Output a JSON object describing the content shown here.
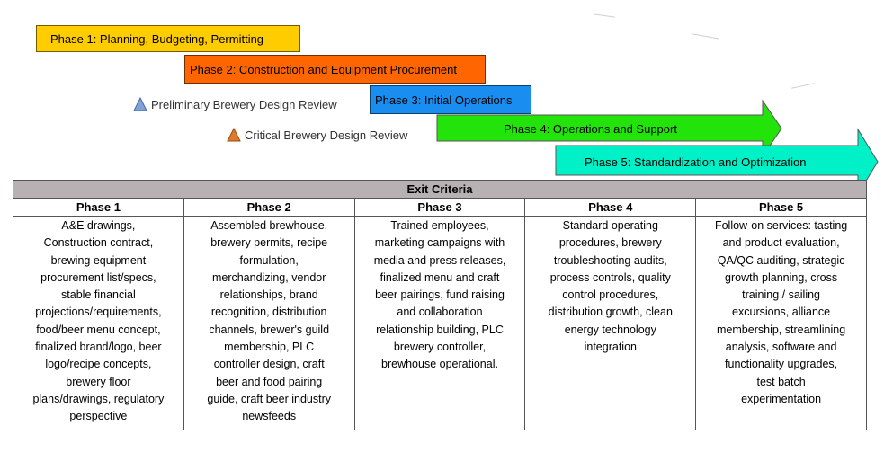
{
  "phases": [
    {
      "label": "Phase 1: Planning, Budgeting, Permitting",
      "color": "#ffcc00"
    },
    {
      "label": "Phase 2: Construction and Equipment Procurement",
      "color": "#ff6600"
    },
    {
      "label": "Phase 3: Initial Operations",
      "color": "#1a8ef0"
    },
    {
      "label": "Phase 4: Operations and Support",
      "color": "#22e30a"
    },
    {
      "label": "Phase 5: Standardization and Optimization",
      "color": "#00f0c8"
    }
  ],
  "milestones": [
    {
      "label": "Preliminary Brewery Design Review",
      "color": "#7fa3d8"
    },
    {
      "label": "Critical Brewery Design Review",
      "color": "#e07a2a"
    }
  ],
  "table": {
    "title": "Exit Criteria",
    "headers": [
      "Phase 1",
      "Phase 2",
      "Phase 3",
      "Phase 4",
      "Phase 5"
    ],
    "cells": [
      [
        "A&E drawings,",
        "Construction contract,",
        "brewing equipment",
        "procurement list/specs,",
        "stable financial",
        "projections/requirements,",
        "food/beer menu concept,",
        "finalized brand/logo,  beer",
        "logo/recipe concepts,",
        "brewery floor",
        "plans/drawings, regulatory",
        "perspective"
      ],
      [
        "Assembled brewhouse,",
        "brewery permits, recipe",
        "formulation,",
        "merchandizing, vendor",
        "relationships, brand",
        "recognition, distribution",
        "channels, brewer's guild",
        "membership, PLC",
        "controller design, craft",
        "beer and food pairing",
        "guide, craft beer industry",
        "newsfeeds"
      ],
      [
        "Trained employees,",
        "marketing campaigns with",
        "media and press releases,",
        "finalized menu and craft",
        "beer pairings, fund raising",
        "and collaboration",
        "relationship building, PLC",
        "brewery controller,",
        "brewhouse operational."
      ],
      [
        "Standard operating",
        "procedures, brewery",
        "troubleshooting audits,",
        "process controls, quality",
        "control procedures,",
        "distribution growth, clean",
        "energy technology",
        "integration"
      ],
      [
        "Follow-on services: tasting",
        "and product evaluation,",
        "QA/QC auditing, strategic",
        "growth planning, cross",
        "training / sailing",
        "excursions, alliance",
        "membership, streamlining",
        "analysis, software and",
        "functionality upgrades,",
        "test batch",
        "experimentation"
      ]
    ]
  }
}
